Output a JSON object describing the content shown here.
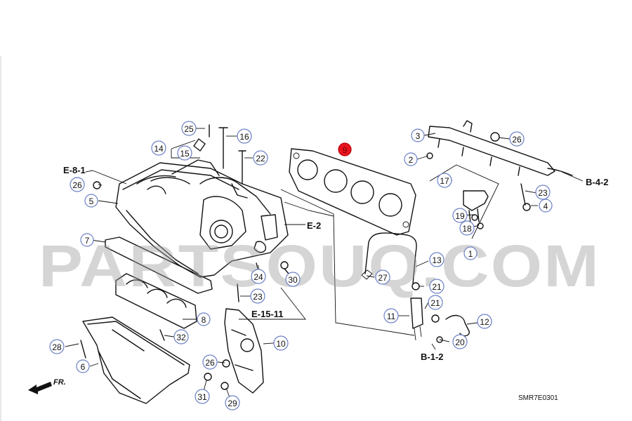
{
  "watermark": "PARTSOUQ.COM",
  "diagram_code": "SMR7E0301",
  "front_label": "FR.",
  "highlight_color": "#e8141f",
  "callout_ring_color": "#6a7fc4",
  "callouts": [
    {
      "id": "c-9",
      "label": "9",
      "highlight": true
    },
    {
      "id": "c-1",
      "label": "1"
    },
    {
      "id": "c-2",
      "label": "2"
    },
    {
      "id": "c-3",
      "label": "3"
    },
    {
      "id": "c-4",
      "label": "4"
    },
    {
      "id": "c-5",
      "label": "5"
    },
    {
      "id": "c-6",
      "label": "6"
    },
    {
      "id": "c-7",
      "label": "7"
    },
    {
      "id": "c-8",
      "label": "8"
    },
    {
      "id": "c-10",
      "label": "10"
    },
    {
      "id": "c-11",
      "label": "11"
    },
    {
      "id": "c-12",
      "label": "12"
    },
    {
      "id": "c-13",
      "label": "13"
    },
    {
      "id": "c-14",
      "label": "14"
    },
    {
      "id": "c-15",
      "label": "15"
    },
    {
      "id": "c-16",
      "label": "16"
    },
    {
      "id": "c-17",
      "label": "17"
    },
    {
      "id": "c-18",
      "label": "18"
    },
    {
      "id": "c-19",
      "label": "19"
    },
    {
      "id": "c-20",
      "label": "20"
    },
    {
      "id": "c-21a",
      "label": "21"
    },
    {
      "id": "c-21b",
      "label": "21"
    },
    {
      "id": "c-22",
      "label": "22"
    },
    {
      "id": "c-23a",
      "label": "23"
    },
    {
      "id": "c-23b",
      "label": "23"
    },
    {
      "id": "c-24",
      "label": "24"
    },
    {
      "id": "c-25",
      "label": "25"
    },
    {
      "id": "c-26a",
      "label": "26"
    },
    {
      "id": "c-26b",
      "label": "26"
    },
    {
      "id": "c-26c",
      "label": "26"
    },
    {
      "id": "c-27",
      "label": "27"
    },
    {
      "id": "c-28",
      "label": "28"
    },
    {
      "id": "c-29",
      "label": "29"
    },
    {
      "id": "c-30",
      "label": "30"
    },
    {
      "id": "c-31",
      "label": "31"
    },
    {
      "id": "c-32",
      "label": "32"
    }
  ],
  "references": {
    "e81": "E-8-1",
    "e2": "E-2",
    "e1511": "E-15-11",
    "b42": "B-4-2",
    "b12": "B-1-2"
  }
}
